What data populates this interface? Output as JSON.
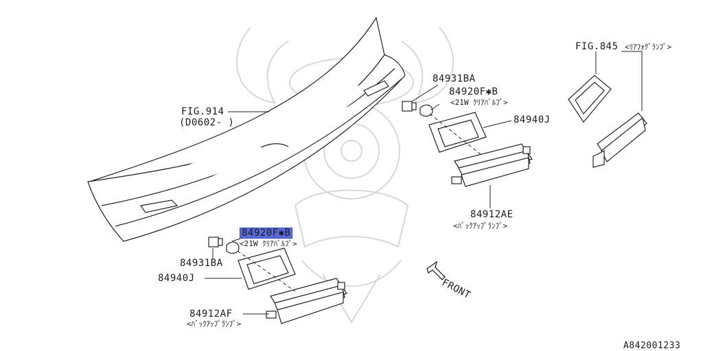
{
  "labels": {
    "fig914": "FIG.914",
    "fig914_range": "(D0602-  )",
    "fig845": "FIG.845",
    "fig845_sub": "<ﾘｱﾌｫｸﾞﾗﾝﾌﾟ>",
    "right_84931BA": "84931BA",
    "right_84920": "84920F✱B",
    "right_bulb": "<21W ｸﾘｱﾊﾞﾙﾌﾞ>",
    "right_84940J": "84940J",
    "right_84912AE": "84912AE",
    "right_backup": "<ﾊﾞｯｸｱｯﾌﾟﾗﾝﾌﾟ>",
    "left_84920": "84920F✱B",
    "left_bulb": "<21W ｸﾘｱﾊﾞﾙﾌﾞ>",
    "left_84931BA": "84931BA",
    "left_84940J": "84940J",
    "left_84912AF": "84912AF",
    "left_backup": "<ﾊﾞｯｸｱｯﾌﾟﾗﾝﾌﾟ>",
    "front": "FRONT",
    "catalog_id": "A842001233"
  },
  "highlight_color": "#5b6bd8"
}
